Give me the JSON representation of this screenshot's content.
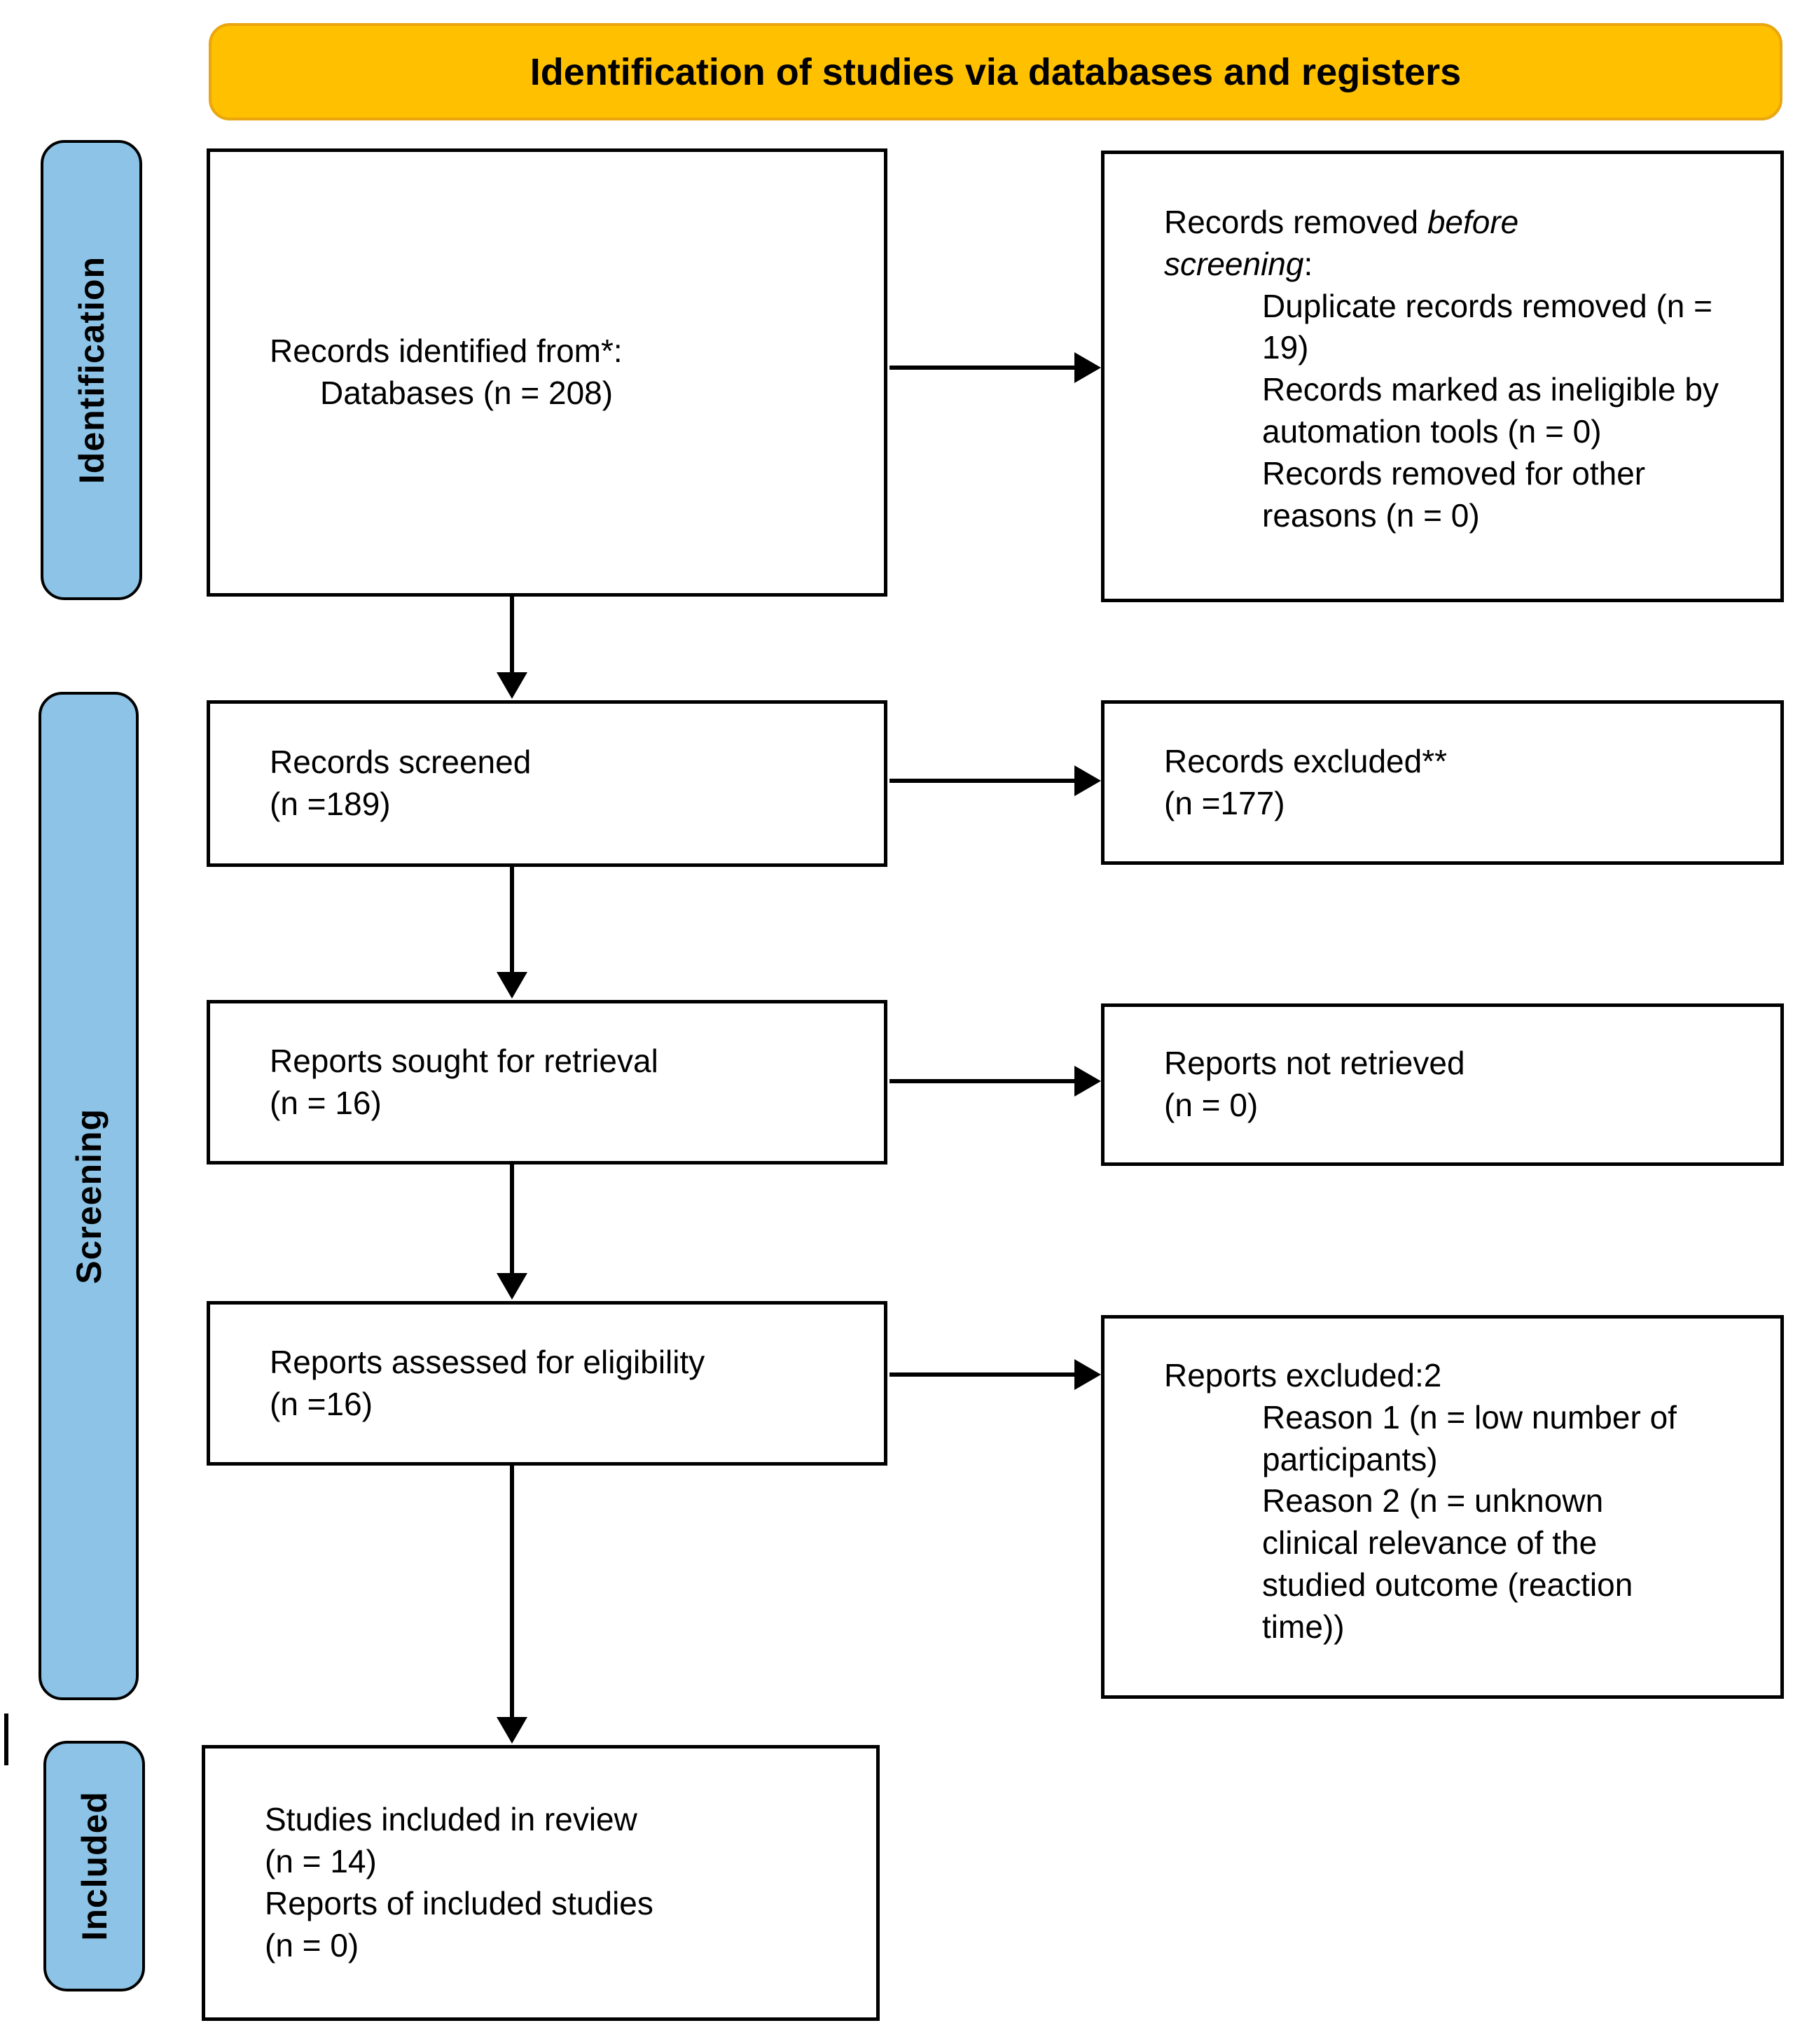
{
  "title": {
    "label": "Identification of studies via databases and registers"
  },
  "colors": {
    "banner_bg": "#FFC000",
    "banner_border": "#E9A60E",
    "tab_bg": "#8CC3E6",
    "tab_border": "#000000",
    "box_border": "#000000",
    "arrow": "#000000",
    "text": "#000000"
  },
  "tabs": [
    {
      "label": "Identification"
    },
    {
      "label": "Screening"
    },
    {
      "label": "Included"
    }
  ],
  "boxes": {
    "identified": {
      "line1": "Records identified from*:",
      "line2": "Databases (n = 208)"
    },
    "removed_before_screening": {
      "intro_prefix": "Records removed ",
      "intro_italic": "before screening",
      "intro_suffix": ":",
      "items": [
        "Duplicate records removed (n = 19)",
        "Records marked as ineligible by automation tools (n = 0)",
        "Records removed for other reasons (n = 0)"
      ]
    },
    "screened": {
      "line1": "Records screened",
      "line2": "(n =189)"
    },
    "records_excluded": {
      "line1": "Records excluded**",
      "line2": "(n =177)"
    },
    "sought": {
      "line1": "Reports sought for retrieval",
      "line2": "(n = 16)"
    },
    "not_retrieved": {
      "line1": "Reports not retrieved",
      "line2": "(n = 0)"
    },
    "assessed": {
      "line1": "Reports assessed for eligibility",
      "line2": "(n =16)"
    },
    "reports_excluded": {
      "intro": "Reports excluded:2",
      "items": [
        "Reason 1 (n = low number of participants)",
        "Reason 2 (n = unknown clinical relevance of the studied outcome (reaction time))"
      ]
    },
    "included": {
      "line1": "Studies included in review",
      "line2": "(n = 14)",
      "line3": "Reports of included studies",
      "line4": "(n = 0)"
    }
  }
}
